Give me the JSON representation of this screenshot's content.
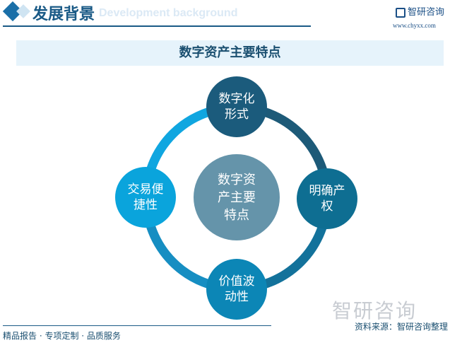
{
  "header": {
    "title": "发展背景",
    "subtitle_en": "Development background",
    "logo_text": "智研咨询",
    "url": "www.chyxx.com"
  },
  "banner": {
    "title": "数字资产主要特点"
  },
  "diagram": {
    "center": {
      "label": "数字资产主要特点",
      "lines": [
        "数字资",
        "产主要",
        "特点"
      ],
      "color": "#6594aa"
    },
    "nodes": [
      {
        "lines": [
          "数字化",
          "形式"
        ],
        "color": "#1b5b7c"
      },
      {
        "lines": [
          "明确产",
          "权"
        ],
        "color": "#0e6e92"
      },
      {
        "lines": [
          "价值波",
          "动性"
        ],
        "color": "#0c86b6"
      },
      {
        "lines": [
          "交易便",
          "捷性"
        ],
        "color": "#0aa4dc"
      }
    ],
    "ring_colors": [
      "#1d5a78",
      "#13729b",
      "#168ec2",
      "#10a6e0"
    ]
  },
  "watermark": "智研咨询",
  "footer": {
    "left": "精品报告 · 专项定制 · 品质服务",
    "source": "资料来源：智研咨询整理"
  }
}
